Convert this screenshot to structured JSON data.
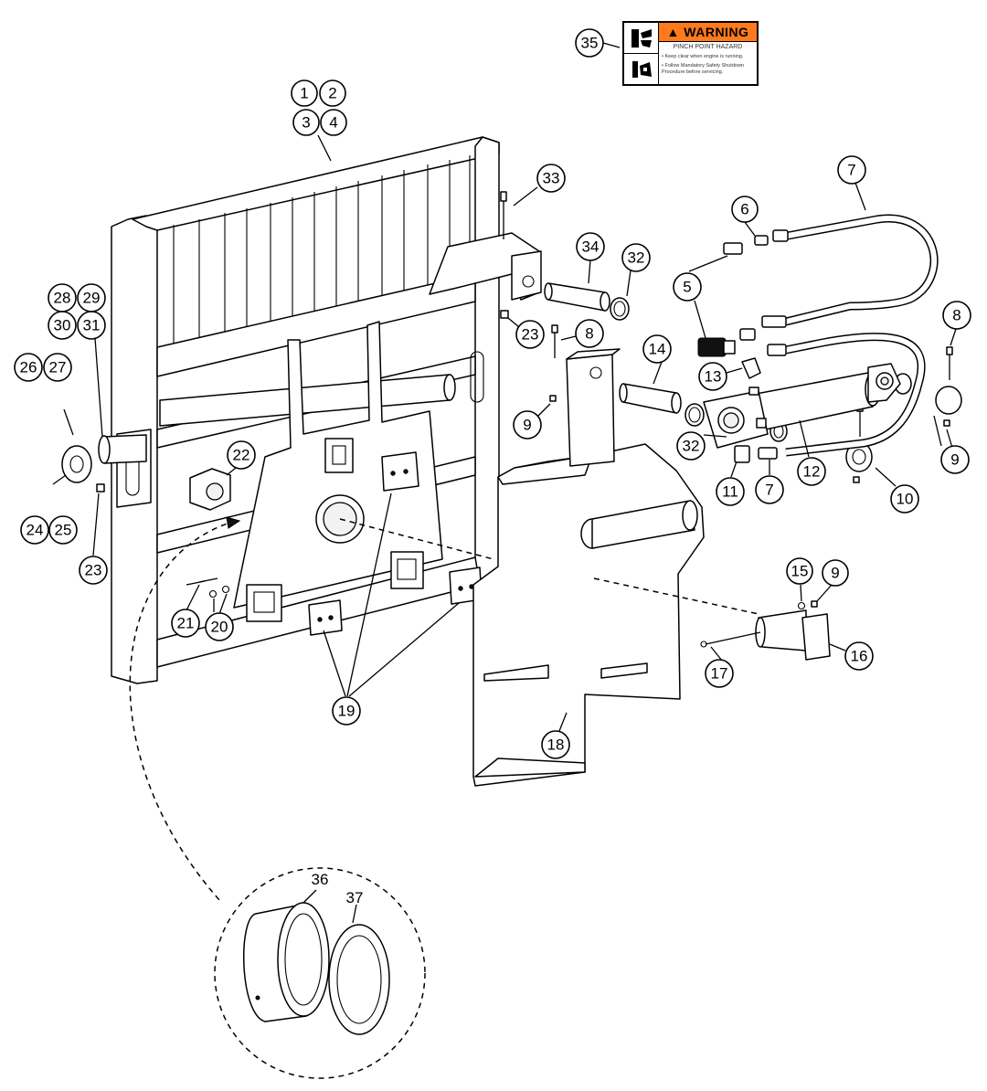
{
  "warning_label": {
    "banner": "▲ WARNING",
    "hazard": "PINCH POINT HAZARD",
    "line1": "• Keep clear when engine is running.",
    "line2": "• Follow Mandatory Safety Shutdown",
    "line3": "  Procedure before servicing."
  },
  "callouts": {
    "c1": "1",
    "c2": "2",
    "c3": "3",
    "c4": "4",
    "c5": "5",
    "c6": "6",
    "c7a": "7",
    "c7b": "7",
    "c8a": "8",
    "c8b": "8",
    "c9a": "9",
    "c9b": "9",
    "c9c": "9",
    "c10": "10",
    "c11": "11",
    "c12": "12",
    "c13": "13",
    "c14": "14",
    "c15": "15",
    "c16": "16",
    "c17": "17",
    "c18": "18",
    "c19": "19",
    "c20": "20",
    "c21": "21",
    "c22": "22",
    "c23a": "23",
    "c23b": "23",
    "c24": "24",
    "c25": "25",
    "c26": "26",
    "c27": "27",
    "c28": "28",
    "c29": "29",
    "c30": "30",
    "c31": "31",
    "c32a": "32",
    "c32b": "32",
    "c33": "33",
    "c34": "34",
    "c35": "35"
  },
  "detail_labels": {
    "l36": "36",
    "l37": "37"
  }
}
